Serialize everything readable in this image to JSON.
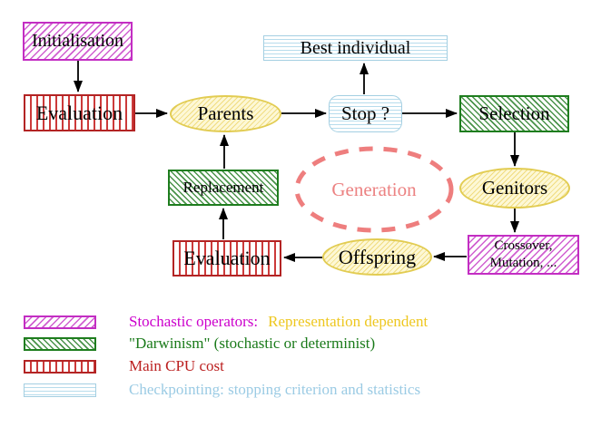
{
  "nodes": {
    "initialisation": "Initialisation",
    "evaluation_top": "Evaluation",
    "best_individual": "Best individual",
    "parents": "Parents",
    "stop": "Stop ?",
    "selection": "Selection",
    "genitors": "Genitors",
    "crossover_line1": "Crossover,",
    "crossover_line2": "Mutation, ...",
    "offspring": "Offspring",
    "evaluation_bottom": "Evaluation",
    "replacement": "Replacement",
    "generation": "Generation"
  },
  "legend": {
    "rows": [
      {
        "swatch": "magenta-diagonal-hatch",
        "label": "Stochastic operators:",
        "label2": "Representation dependent",
        "color": "#cc00cc",
        "color2": "#eec71f"
      },
      {
        "swatch": "green-diagonal-hatch",
        "label": "\"Darwinism\" (stochastic or determinist)",
        "color": "#1a7a1a"
      },
      {
        "swatch": "red-vertical-stripes",
        "label": "Main CPU cost",
        "color": "#bb2020"
      },
      {
        "swatch": "cyan-horizontal-stripes",
        "label": "Checkpointing: stopping criterion and statistics",
        "color": "#9bcbe4"
      }
    ]
  },
  "colors": {
    "magenta_border": "#c32ec3",
    "green_border": "#1e7d1e",
    "red_border": "#b32424",
    "cyan_border": "#a4cfe2",
    "yellow_border": "#e2cc52",
    "generation_dash": "#ee7e7e",
    "arrow": "#000000",
    "background": "#ffffff"
  }
}
